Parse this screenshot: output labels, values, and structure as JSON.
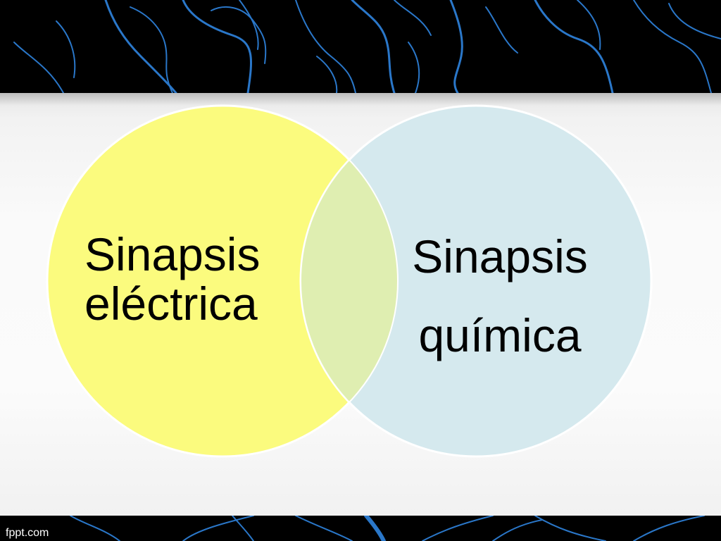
{
  "diagram": {
    "type": "venn",
    "left_circle": {
      "label_line1": "Sinapsis",
      "label_line2": "eléctrica",
      "fill": "#fbfb7e"
    },
    "right_circle": {
      "label_line1": "Sinapsis",
      "label_line2": "química",
      "fill": "#d5e9ee"
    },
    "overlap_fill": "#dfeeb1",
    "circle_stroke": "#ffffff"
  },
  "background": {
    "band_color": "#000000",
    "vein_color": "#2a77c9",
    "content_color": "#f7f7f7"
  },
  "watermark": {
    "text": "fppt.com"
  }
}
